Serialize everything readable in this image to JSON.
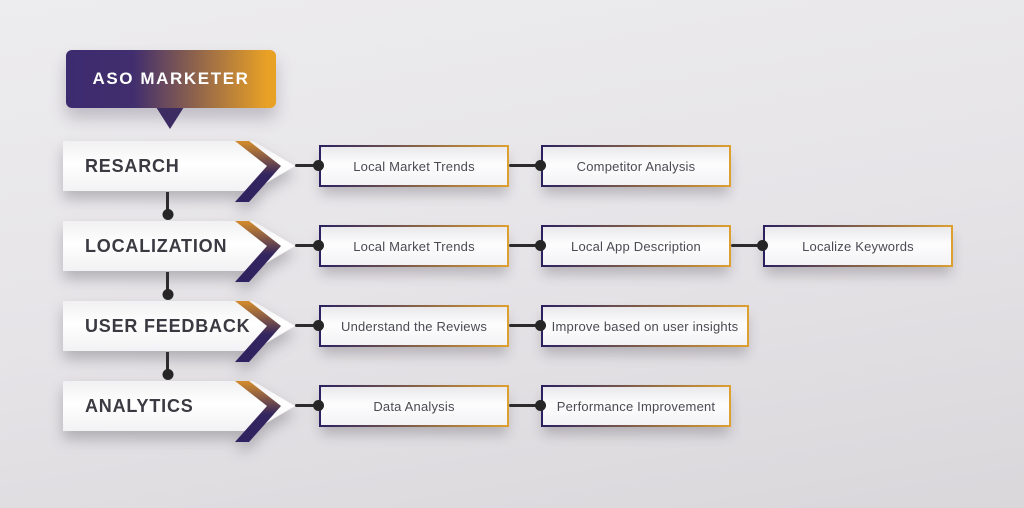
{
  "header": {
    "title": "ASO MARKETER"
  },
  "stages": [
    {
      "label": "RESARCH",
      "steps": [
        "Local Market Trends",
        "Competitor Analysis"
      ]
    },
    {
      "label": "LOCALIZATION",
      "steps": [
        "Local Market Trends",
        "Local App Description",
        "Localize Keywords"
      ]
    },
    {
      "label": "USER FEEDBACK",
      "steps": [
        "Understand the Reviews",
        "Improve based on user insights"
      ]
    },
    {
      "label": "ANALYTICS",
      "steps": [
        "Data Analysis",
        "Performance Improvement"
      ]
    }
  ],
  "colors": {
    "purple": "#3c2b6f",
    "gold": "#e9a125",
    "connector_line": "#2b2b2b",
    "banner_text": "#3b3941",
    "step_text": "#4c4a52"
  }
}
